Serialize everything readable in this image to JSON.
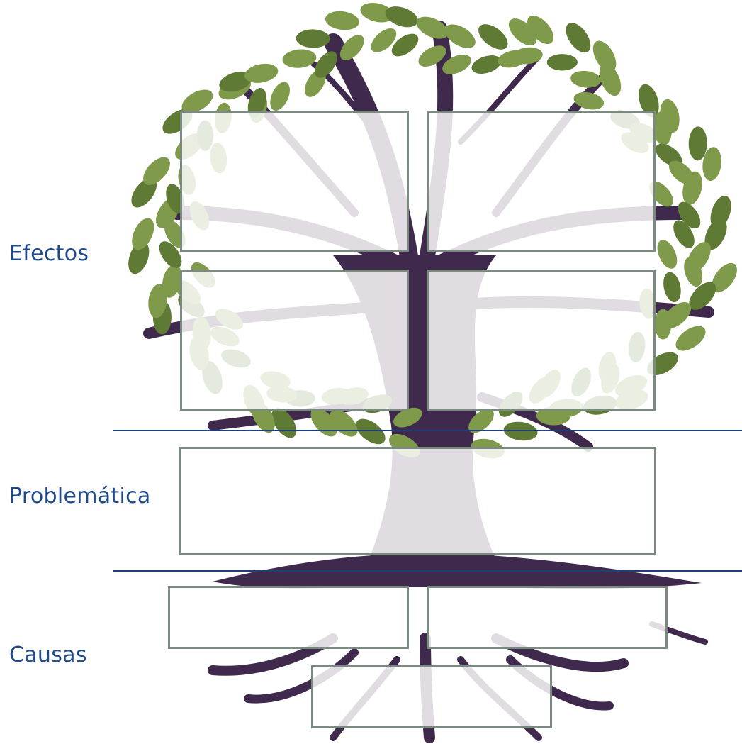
{
  "labels": {
    "effects": "Efectos",
    "problem": "Problemática",
    "causes": "Causas"
  },
  "colors": {
    "label_text": "#1f4a8a",
    "divider": "#1f3f78",
    "trunk": "#3f2a4d",
    "leaf": "#7e9a4a",
    "leaf_dark": "#5f7a34",
    "box_border": "#7b8a80",
    "box_fill": "#ffffff"
  },
  "diagram": {
    "type": "problem-tree",
    "sections": [
      {
        "id": "effects",
        "label": "Efectos",
        "box_count": 4
      },
      {
        "id": "problem",
        "label": "Problemática",
        "box_count": 1
      },
      {
        "id": "causes",
        "label": "Causas",
        "box_count": 3
      }
    ]
  }
}
